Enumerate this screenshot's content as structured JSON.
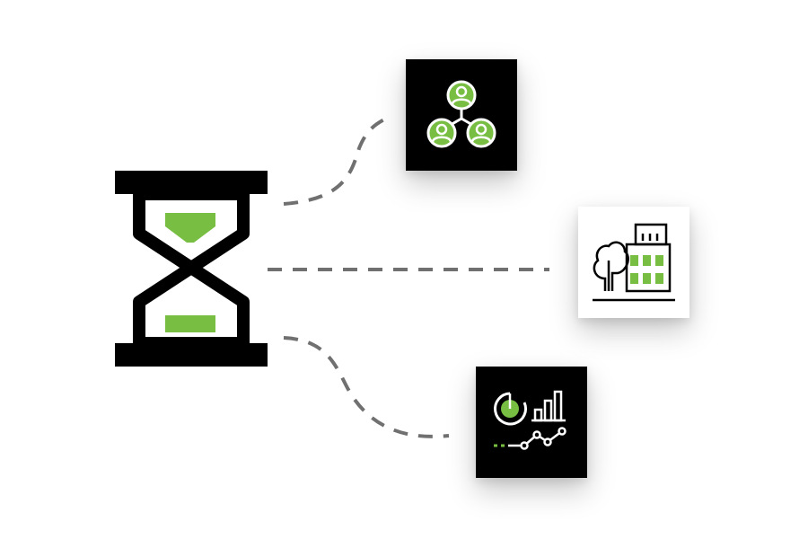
{
  "colors": {
    "accent_green": "#78be43",
    "ink": "#000000",
    "connector": "#707070",
    "card_dark": "#000000",
    "card_light": "#ffffff"
  },
  "diagram": {
    "hub": {
      "icon": "hourglass-icon"
    },
    "nodes": [
      {
        "id": "people",
        "icon": "people-network-icon",
        "background": "dark"
      },
      {
        "id": "building",
        "icon": "office-building-tree-icon",
        "background": "light"
      },
      {
        "id": "analytics",
        "icon": "analytics-dashboard-icon",
        "background": "dark"
      }
    ],
    "edges": [
      {
        "from": "hub",
        "to": "people",
        "style": "dashed"
      },
      {
        "from": "hub",
        "to": "building",
        "style": "dashed"
      },
      {
        "from": "hub",
        "to": "analytics",
        "style": "dashed"
      }
    ]
  }
}
